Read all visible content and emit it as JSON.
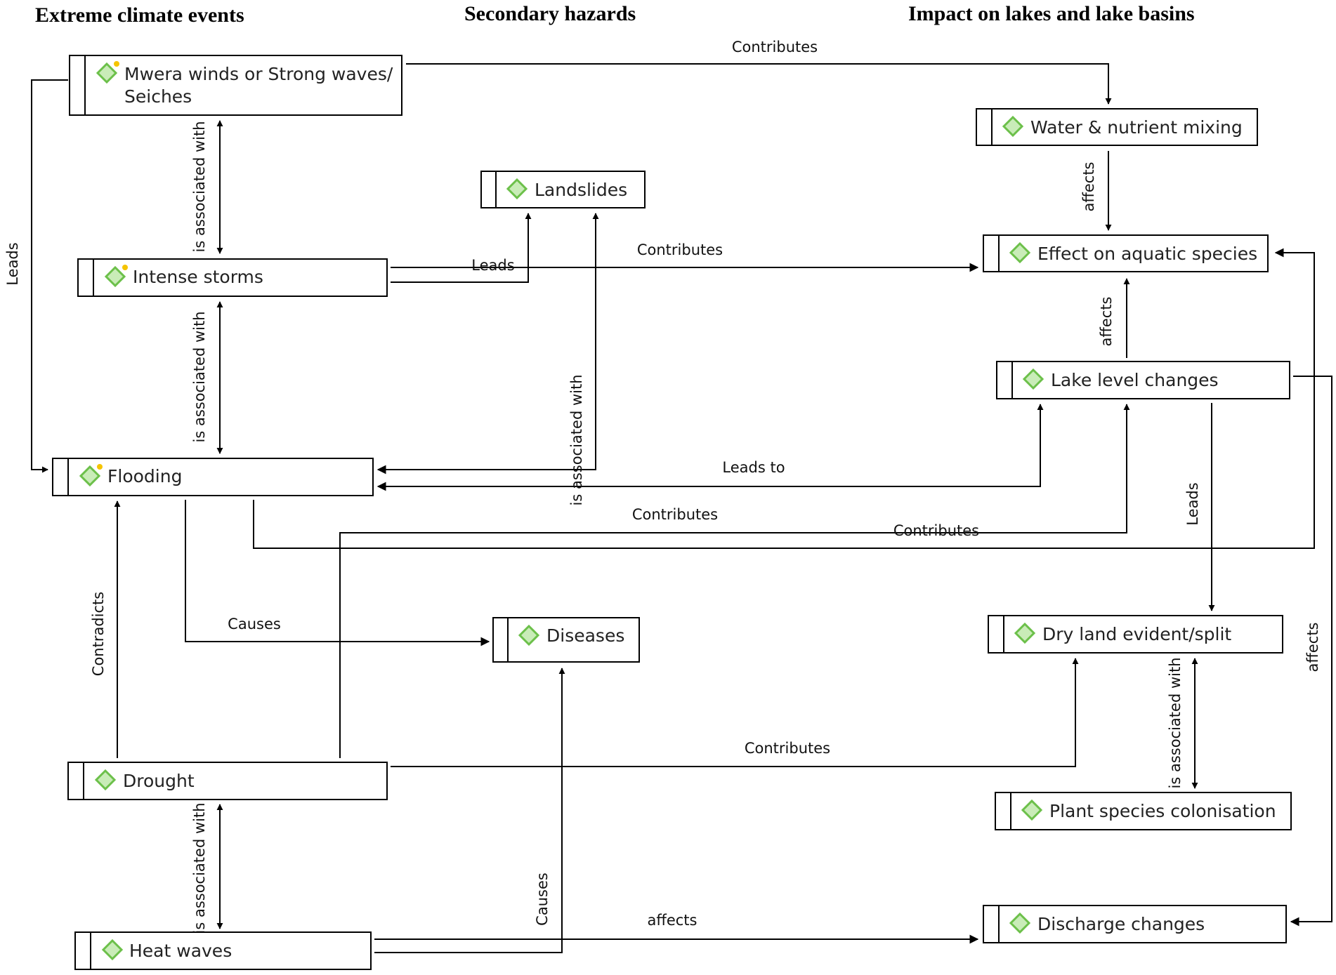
{
  "columns": {
    "extreme": "Extreme climate events",
    "secondary": "Secondary hazards",
    "impact": "Impact on lakes and lake basins"
  },
  "nodes": {
    "mwera": {
      "line1": "Mwera winds or Strong waves/",
      "line2": "Seiches"
    },
    "storms": "Intense storms",
    "flooding": "Flooding",
    "drought": "Drought",
    "heat": "Heat waves",
    "landslides": "Landslides",
    "diseases": "Diseases",
    "mixing": "Water & nutrient mixing",
    "aquatic": "Effect on aquatic species",
    "lakelevel": "Lake level changes",
    "dryland": "Dry land evident/split",
    "plant": "Plant species colonisation",
    "discharge": "Discharge changes"
  },
  "edges": {
    "mwera_mixing": "Contributes",
    "mwera_flooding": "Leads",
    "mwera_storms": "is associated with",
    "mixing_aquatic": "affects",
    "storms_landslides": "Leads",
    "storms_aquatic": "Contributes",
    "storms_flooding": "is associated with",
    "landslides_flooding": "is associated with",
    "lakelevel_aquatic": "affects",
    "lakelevel_flooding": "Leads to",
    "drought_lakelevel": "Contributes",
    "flooding_aquatic": "Contributes",
    "lakelevel_dryland": "Leads",
    "lakelevel_discharge": "affects",
    "flooding_diseases": "Causes",
    "drought_flooding": "Contradicts",
    "drought_dryland": "Contributes",
    "dryland_plant": "is associated with",
    "drought_heat": "is associated with",
    "heat_diseases": "Causes",
    "heat_discharge": "affects"
  },
  "colors": {
    "icon_fill": "#c9ecb8",
    "icon_stroke": "#6cc04a",
    "spark": "#f5c400"
  }
}
